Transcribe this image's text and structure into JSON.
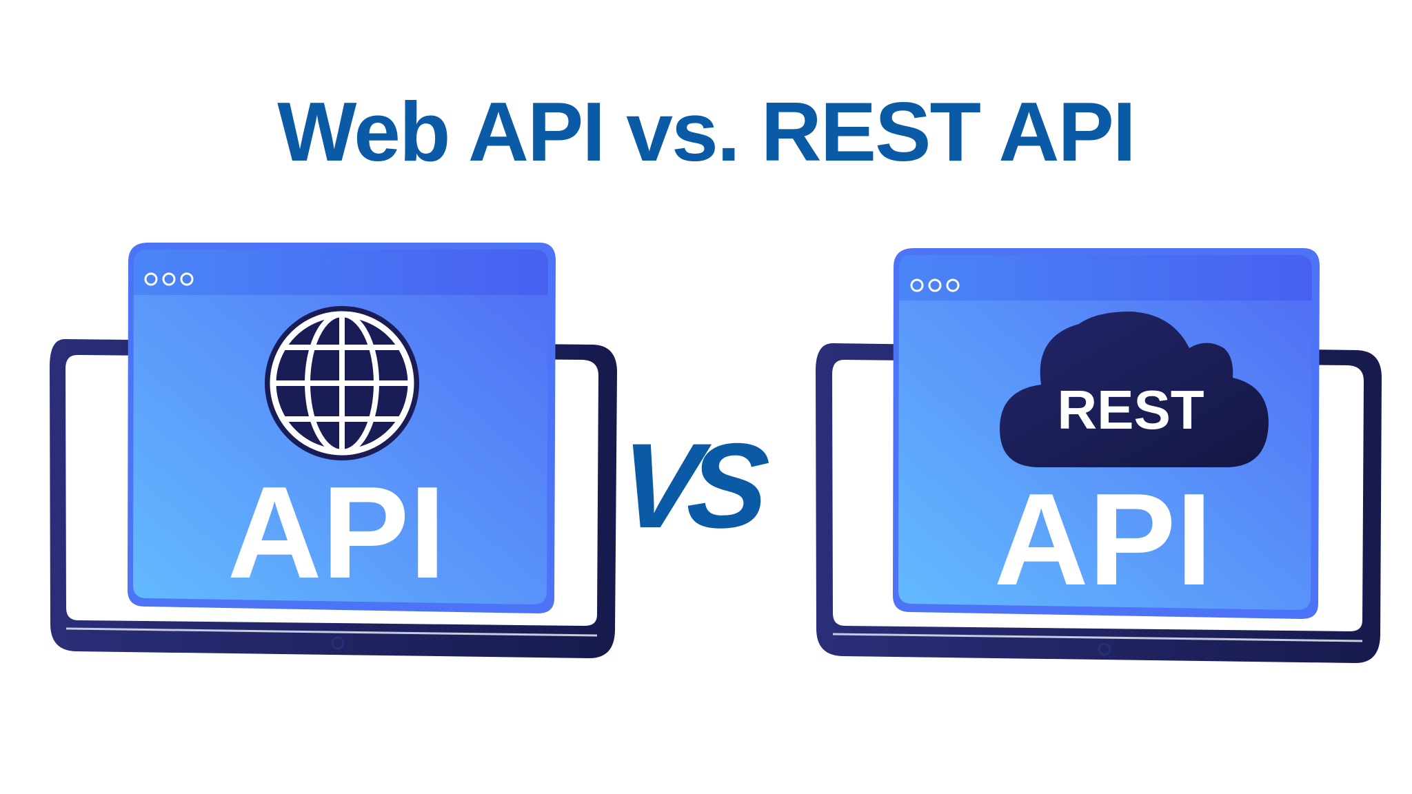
{
  "title": "Web API vs. REST API",
  "colors": {
    "title": "#0a5aa6",
    "vs": "#0a5aa6",
    "device_frame": "#1c1f5e",
    "window_light": "#5fb4ff",
    "window_dark": "#4d6cf5",
    "icon_dark": "#1a1d55",
    "text_white": "#ffffff"
  },
  "vs_label": "VS",
  "left_panel": {
    "icon": "globe-icon",
    "label": "API"
  },
  "right_panel": {
    "icon": "cloud-icon",
    "cloud_label": "REST",
    "label": "API"
  }
}
